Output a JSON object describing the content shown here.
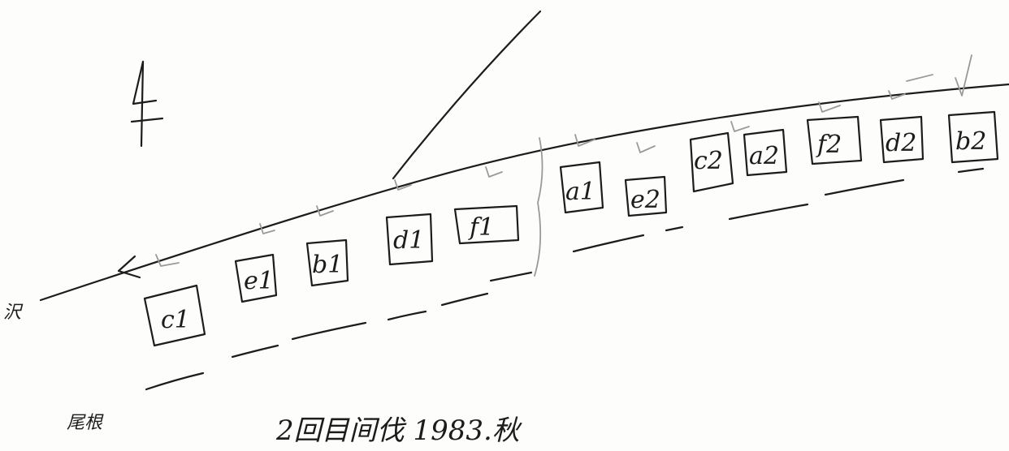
{
  "plots_row1": [
    {
      "label": "c1"
    },
    {
      "label": "e1"
    },
    {
      "label": "b1"
    },
    {
      "label": "d1"
    },
    {
      "label": "f1"
    }
  ],
  "plots_row2": [
    {
      "label": "a1"
    },
    {
      "label": "e2"
    },
    {
      "label": "c2"
    },
    {
      "label": "a2"
    },
    {
      "label": "f2"
    },
    {
      "label": "d2"
    },
    {
      "label": "b2"
    }
  ],
  "labels": {
    "left_end": "沢",
    "bottom_left": "尾根",
    "caption": "2回目间伐 1983.秋"
  },
  "colors": {
    "ink": "#1c1c1c",
    "pencil": "#9a9a9a",
    "paper": "#fdfdfb"
  }
}
